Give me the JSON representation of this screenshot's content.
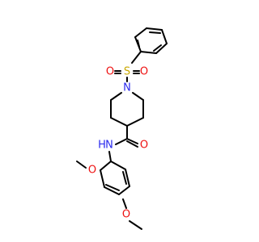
{
  "colors": {
    "carbon_bond": "#000000",
    "nitrogen": "#2a2aee",
    "oxygen": "#ee1111",
    "sulfur": "#c9a800",
    "background": "#ffffff"
  },
  "atom_labels": {
    "sulfonyl_sulfur": "S",
    "sulfonyl_oxygen_left": "O",
    "sulfonyl_oxygen_right": "O",
    "piperidine_nitrogen": "N",
    "amide_nitrogen": "N",
    "amide_hydrogen": "H",
    "amide_oxygen": "O",
    "methoxy_oxygen_ortho": "O",
    "methoxy_oxygen_para": "O"
  }
}
